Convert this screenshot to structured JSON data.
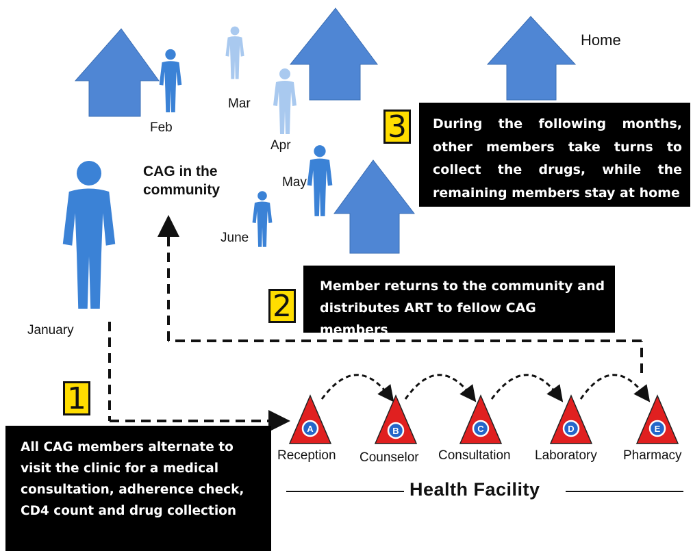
{
  "months": {
    "january": "January",
    "feb": "Feb",
    "mar": "Mar",
    "apr": "Apr",
    "may": "May",
    "june": "June"
  },
  "home_label": "Home",
  "community_label": "CAG in the community",
  "steps": [
    {
      "number": "1",
      "text": "All CAG members alternate to visit the clinic for a medical consultation, adherence check, CD4 count and drug collection"
    },
    {
      "number": "2",
      "text": "Member returns to the community and distributes ART to fellow CAG members"
    },
    {
      "number": "3",
      "text": "During the following months, other members take turns to collect the drugs, while the remaining members stay at home"
    }
  ],
  "stations": [
    {
      "letter": "A",
      "label": "Reception"
    },
    {
      "letter": "B",
      "label": "Counselor"
    },
    {
      "letter": "C",
      "label": "Consultation"
    },
    {
      "letter": "D",
      "label": "Laboratory"
    },
    {
      "letter": "E",
      "label": "Pharmacy"
    }
  ],
  "facility_label": "Health Facility",
  "colors": {
    "house": "#4f86d4",
    "person": "#3b82d6",
    "person_light": "#a9c9ef",
    "triangle": "#e02020",
    "circle": "#2466c9",
    "number_box": "#ffdd00",
    "text_box": "#000000"
  }
}
